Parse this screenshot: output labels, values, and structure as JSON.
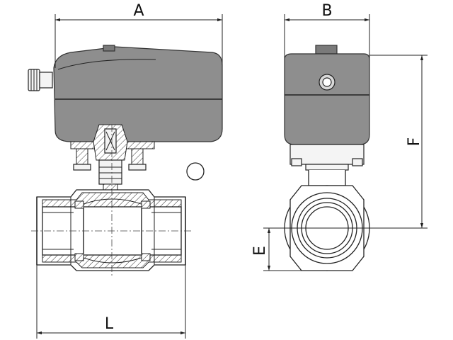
{
  "dimensions": {
    "A": "A",
    "B": "B",
    "F": "F",
    "E": "E",
    "L": "L"
  }
}
